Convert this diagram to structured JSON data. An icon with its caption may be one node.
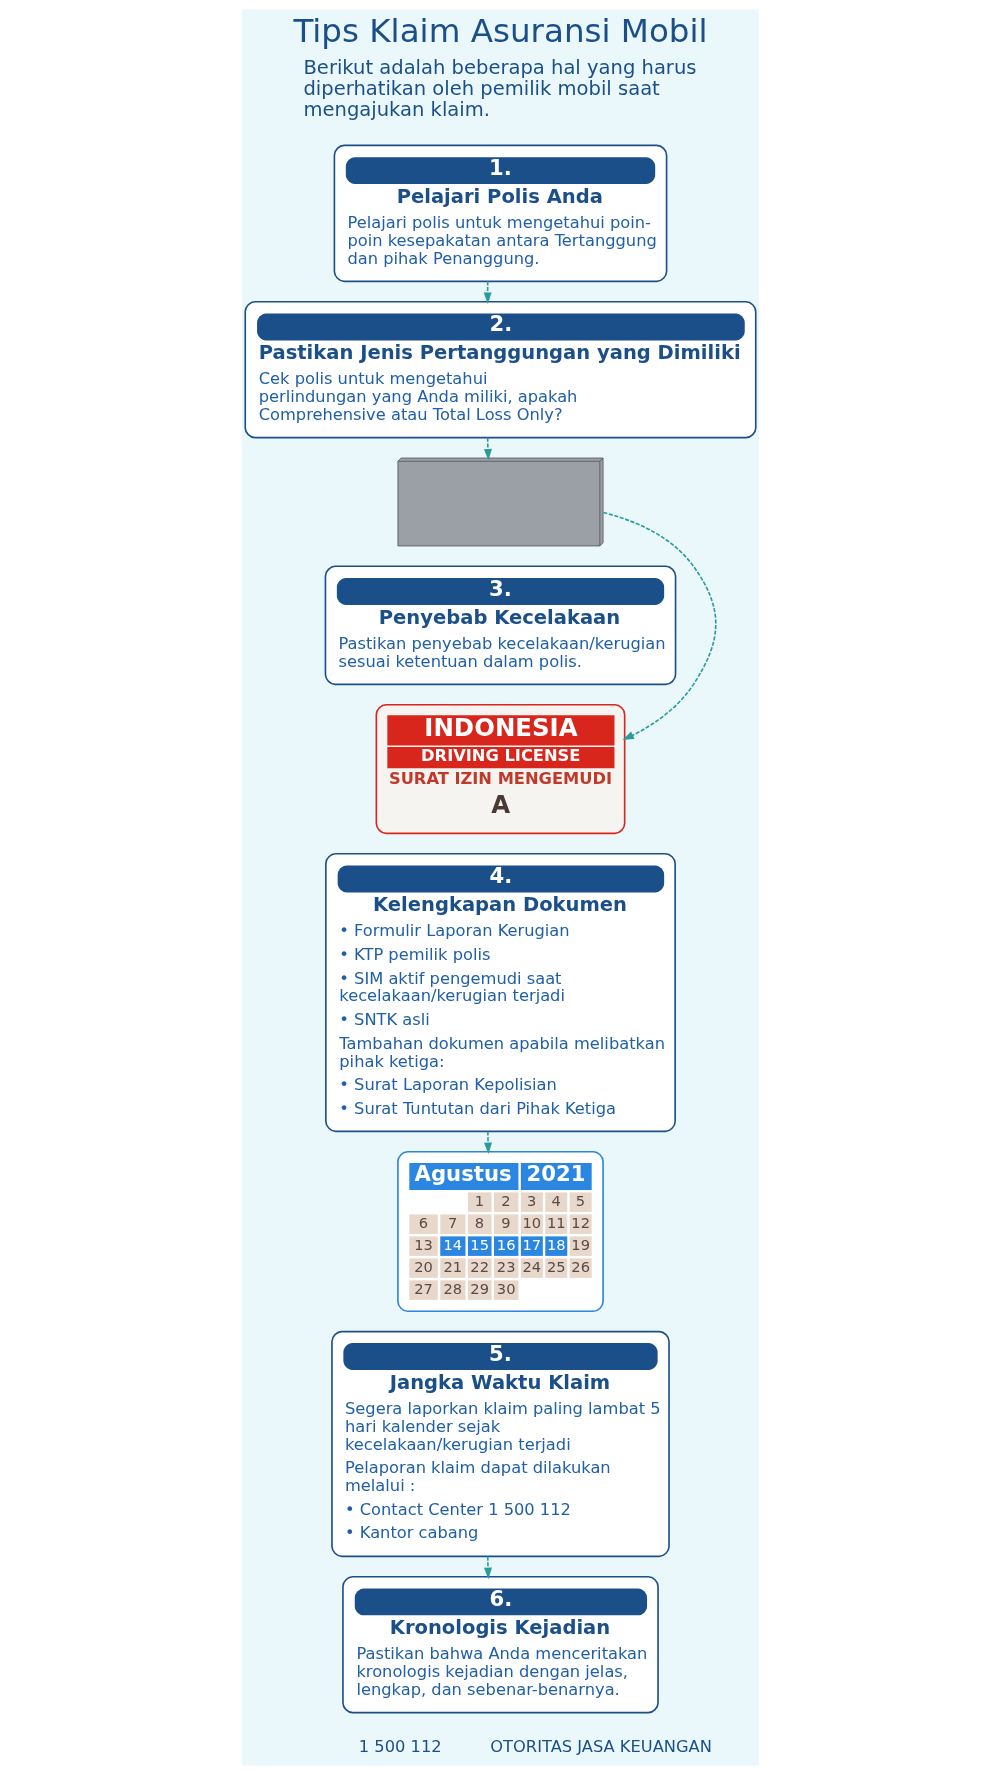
{
  "diagram": {
    "title": "Tips Klaim Asuransi Mobil",
    "nodes": [
      {
        "text": [
          "1.",
          "Pelajari Polis Anda",
          "Pelajari polis untuk mengetahui poin-poin kesepakatan antara Tertanggung dan pihak Penanggung."
        ]
      },
      {
        "text": [
          "2.",
          "Pastikan Jenis Pertanggungan yang Dimiliki",
          "Cek polis untuk mengetahui perlindungan yang Anda miliki, apakah Comprehensive atau Total Loss Only?"
        ]
      },
      {
        "text": [],
        "shape": "picture"
      },
      {
        "text": [
          "3.",
          "Penyebab Kecelakaan",
          "Pastikan penyebab kecelakaan/kerugian sesuai ketentuan dalam polis."
        ]
      },
      {
        "text": [
          "INDONESIA",
          "DRIVING LICENSE",
          "SURAT IZIN MENGEMUDI",
          "A"
        ]
      },
      {
        "text": [
          "4.",
          "Kelengkapan Dokumen",
          "• Formulir Laporan Kerugian",
          "• KTP pemilik polis",
          "• SIM aktif pengemudi saat kecelakaan/kerugian terjadi",
          "• SNTK asli",
          "Tambahan dokumen apabila melibatkan pihak ketiga:",
          "• Surat Laporan Kepolisian",
          "• Surat Tuntutan dari Pihak Ketiga"
        ]
      },
      {
        "text": [
          "Agustus",
          "2021",
          "1",
          "2",
          "3",
          "4",
          "5",
          "6",
          "7",
          "8",
          "9",
          "10",
          "11",
          "12",
          "13",
          "14",
          "15",
          "16",
          "17",
          "18",
          "19",
          "20",
          "21",
          "22",
          "23",
          "24",
          "25",
          "26",
          "27",
          "28",
          "29",
          "30"
        ]
      },
      {
        "text": [
          "5.",
          "Jangka Waktu Klaim",
          "Segera laporkan klaim paling lambat 5 hari kalender sejak kecelakaan/kerugian terjadi",
          "Pelaporan klaim dapat dilakukan melalui :",
          "• Contact Center 1 500 112",
          "• Kantor cabang"
        ]
      },
      {
        "text": [
          "6.",
          "Kronologis Kejadian",
          "Pastikan bahwa Anda menceritakan kronologis kejadian dengan jelas, lengkap, dan sebenar-benarnya."
        ]
      }
    ],
    "edges": [
      {
        "from": 0,
        "to": 1,
        "arrow": "to",
        "style": "dashed"
      },
      {
        "from": 1,
        "to": 2,
        "arrow": "to",
        "style": "dashed"
      },
      {
        "from": 2,
        "to": 4,
        "arrow": "to",
        "style": "dashed"
      },
      {
        "from": 5,
        "to": 6,
        "arrow": "to",
        "style": "dashed"
      },
      {
        "from": 7,
        "to": 8,
        "arrow": "to",
        "style": "dashed"
      }
    ],
    "labels": [
      "Berikut adalah beberapa hal yang harus diperhatikan oleh pemilik mobil saat mengajukan klaim.",
      "1 500 112",
      "OTORITAS JASA KEUANGAN"
    ]
  }
}
